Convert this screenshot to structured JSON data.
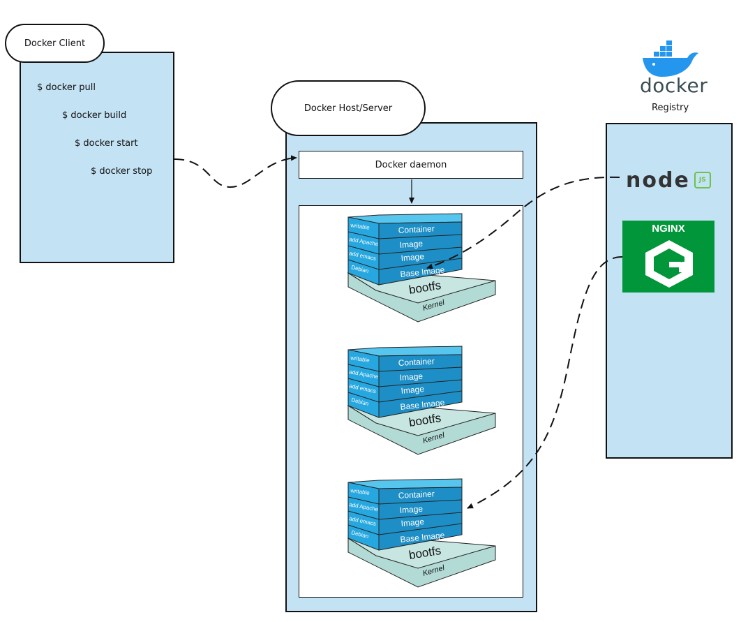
{
  "client": {
    "title": "Docker Client",
    "commands": [
      "$ docker pull",
      "$ docker build",
      "$ docker start",
      "$ docker stop"
    ]
  },
  "host": {
    "title": "Docker Host/Server",
    "daemon": "Docker daemon",
    "stacks": [
      {
        "layers": [
          {
            "side": "writable",
            "front": "Container"
          },
          {
            "side": "add Apache",
            "front": "Image"
          },
          {
            "side": "add emacs",
            "front": "Image"
          },
          {
            "side": "Debian",
            "front": "Base Image"
          }
        ],
        "bootfs": "bootfs",
        "kernel": "Kernel"
      },
      {
        "layers": [
          {
            "side": "writable",
            "front": "Container"
          },
          {
            "side": "add Apache",
            "front": "Image"
          },
          {
            "side": "add emacs",
            "front": "Image"
          },
          {
            "side": "Debian",
            "front": "Base Image"
          }
        ],
        "bootfs": "bootfs",
        "kernel": "Kernel"
      },
      {
        "layers": [
          {
            "side": "writable",
            "front": "Container"
          },
          {
            "side": "add Apache",
            "front": "Image"
          },
          {
            "side": "add emacs",
            "front": "Image"
          },
          {
            "side": "Debian",
            "front": "Base Image"
          }
        ],
        "bootfs": "bootfs",
        "kernel": "Kernel"
      }
    ]
  },
  "registry": {
    "logo_text": "docker",
    "label": "Registry",
    "images": [
      {
        "name": "node",
        "badge": "JS"
      },
      {
        "name": "NGINX"
      }
    ]
  },
  "colors": {
    "panel": "#c3e2f4",
    "layer_front": "#1e8fc6",
    "layer_side": "#27a7df",
    "layer_top": "#56c6ef",
    "base_light": "#b3dbd6",
    "nginx_green": "#009639",
    "node_green": "#6cc24a",
    "docker_blue": "#2496ed"
  }
}
